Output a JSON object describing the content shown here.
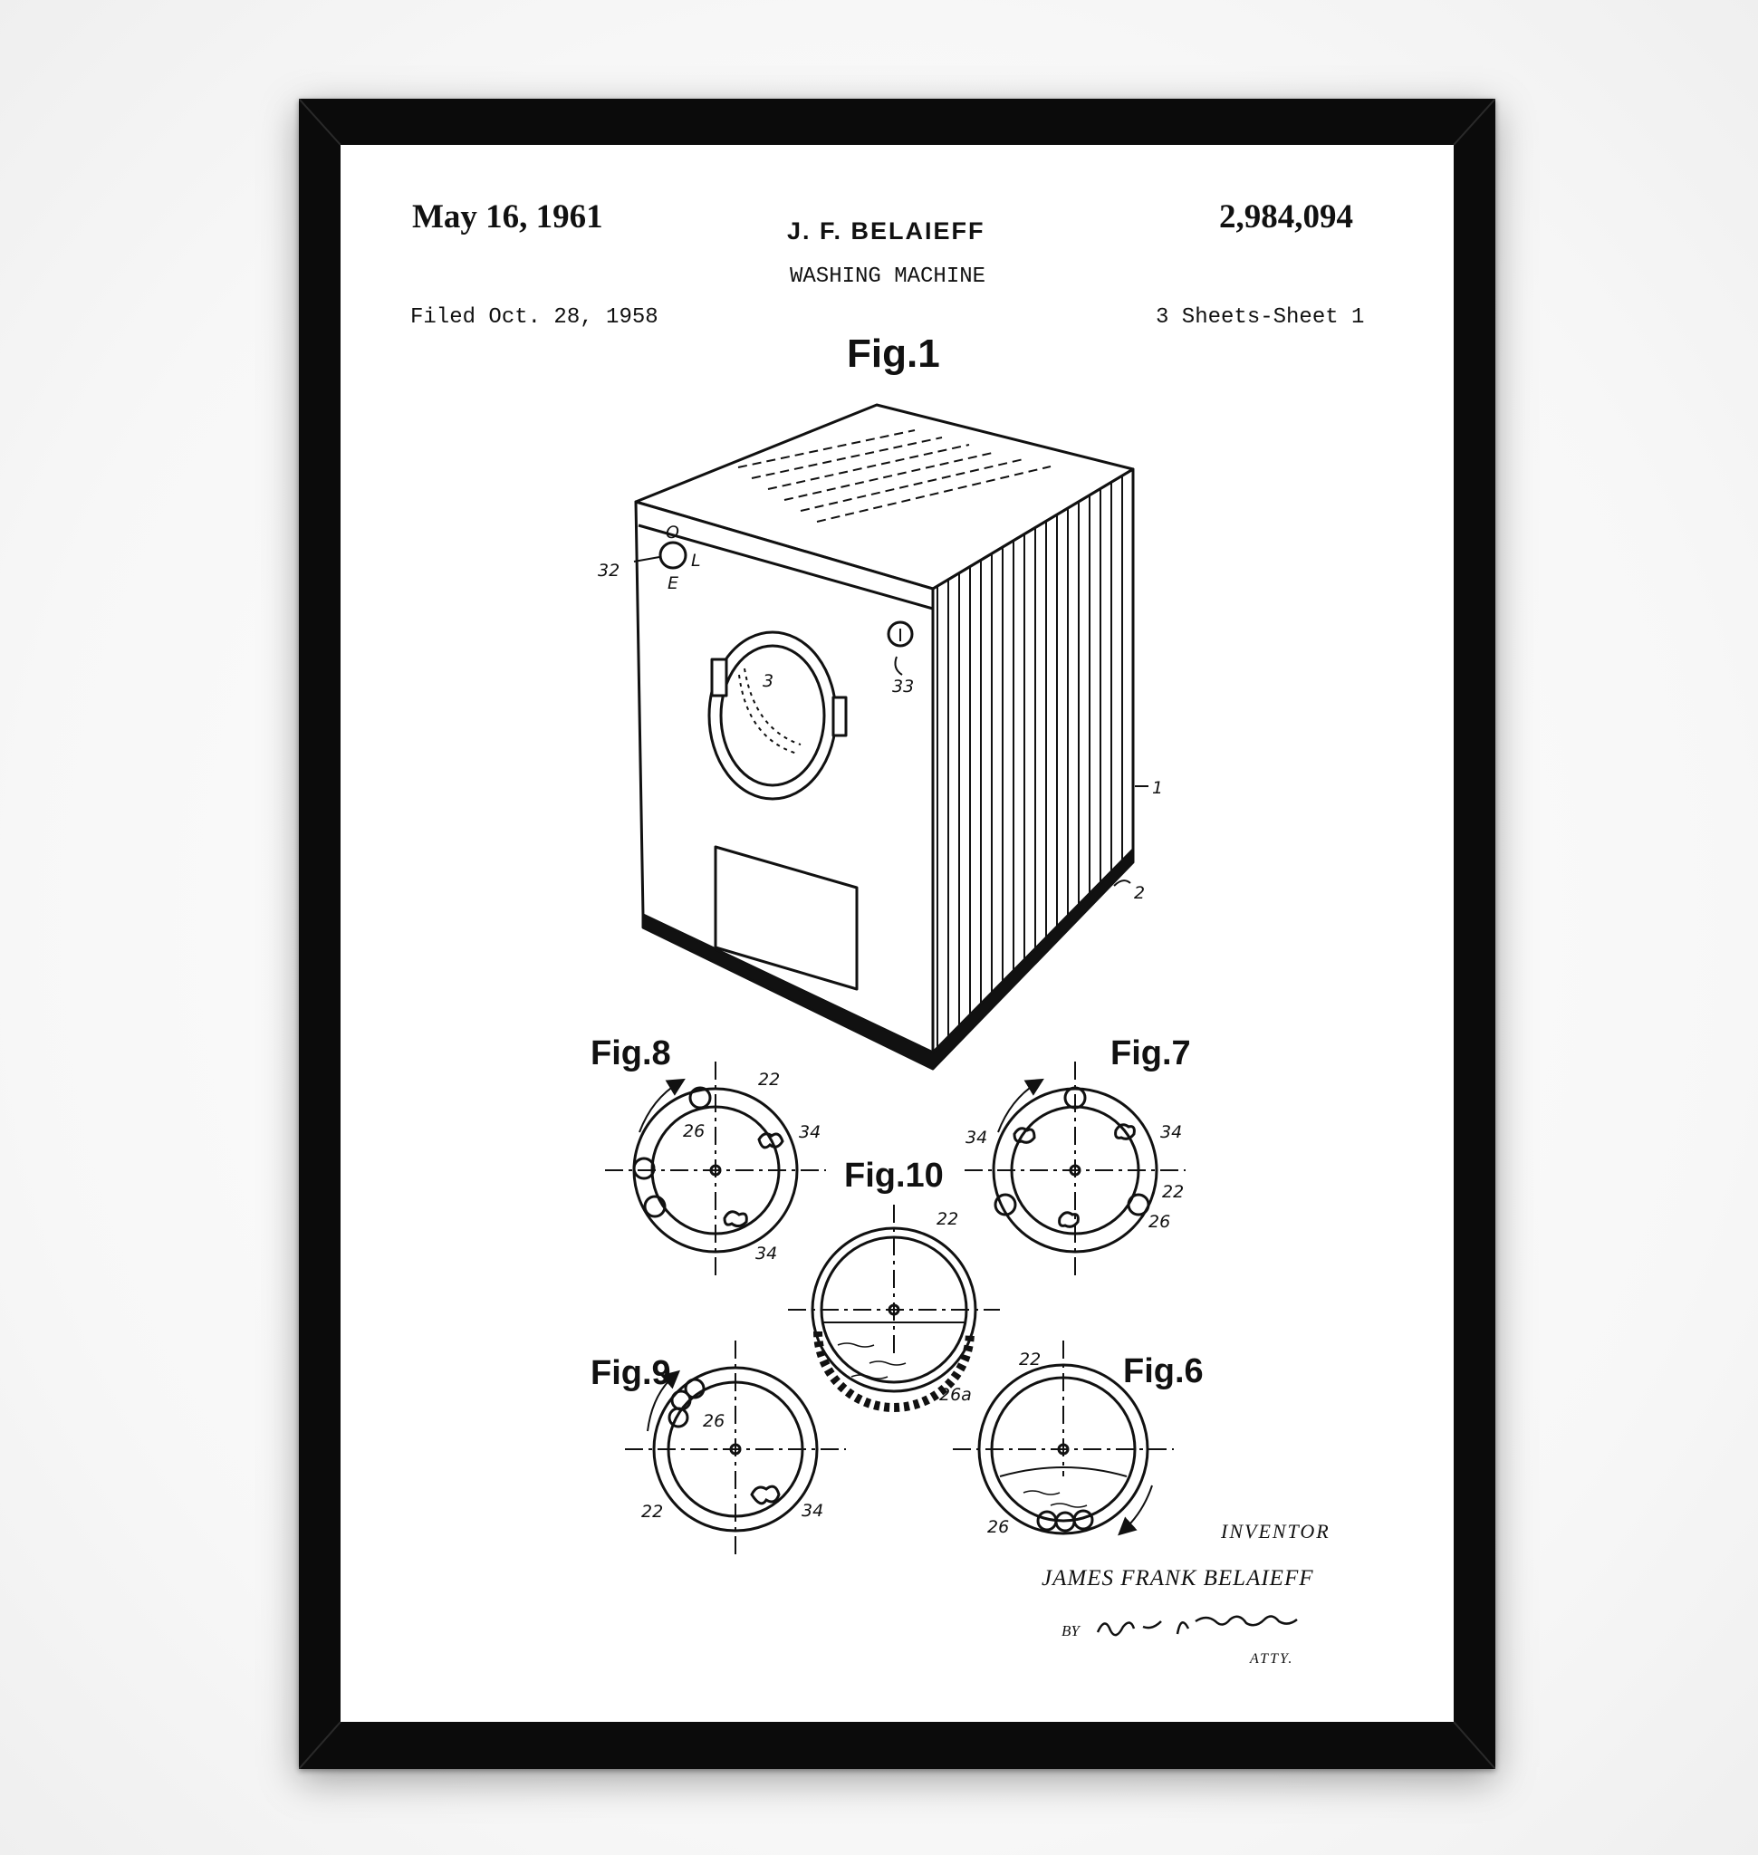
{
  "header": {
    "date": "May 16, 1961",
    "inventor_name": "J. F. BELAIEFF",
    "patent_number": "2,984,094",
    "title": "WASHING MACHINE",
    "filed": "Filed Oct. 28, 1958",
    "sheets": "3 Sheets-Sheet 1"
  },
  "figures": {
    "fig1": "Fig.1",
    "fig6": "Fig.6",
    "fig7": "Fig.7",
    "fig8": "Fig.8",
    "fig9": "Fig.9",
    "fig10": "Fig.10"
  },
  "fig1_refs": {
    "r1": "1",
    "r2": "2",
    "r3": "3",
    "r32": "32",
    "r33": "33",
    "dial_o": "O",
    "dial_l": "L",
    "dial_e": "E"
  },
  "fig8_refs": {
    "r22": "22",
    "r26": "26",
    "r34a": "34",
    "r34b": "34"
  },
  "fig7_refs": {
    "r34a": "34",
    "r34b": "34",
    "r22": "22",
    "r26": "26"
  },
  "fig10_refs": {
    "r22": "22",
    "r26a": "26a"
  },
  "fig9_refs": {
    "r26": "26",
    "r22": "22",
    "r34": "34"
  },
  "fig6_refs": {
    "r22": "22",
    "r26": "26"
  },
  "signature": {
    "inventor_label": "INVENTOR",
    "inventor_full_name": "JAMES FRANK BELAIEFF",
    "by": "BY",
    "attorney_title": "ATTY."
  },
  "colors": {
    "frame": "#0b0b0b",
    "paper": "#ffffff",
    "ink": "#111111"
  }
}
